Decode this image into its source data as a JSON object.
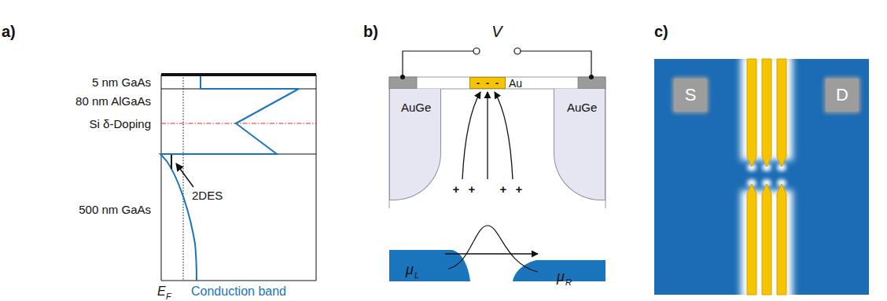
{
  "diagram": {
    "nodes": [
      {
        "text": [
          "AuGe"
        ]
      },
      {
        "text": [
          "AuGe"
        ]
      },
      {
        "text": [
          "-",
          "-",
          "-",
          "Au"
        ]
      },
      {
        "text": [
          "S"
        ]
      },
      {
        "text": [
          "D"
        ]
      }
    ],
    "labels": [
      "a)",
      "5 nm GaAs",
      "80 nm AlGaAs",
      "Si δ-Doping",
      "500 nm GaAs",
      "2DES",
      "E",
      "F",
      "Conduction band",
      "b)",
      "V",
      "+",
      "+",
      "+",
      "+",
      "μ",
      "L",
      "μ",
      "R",
      "c)"
    ]
  }
}
